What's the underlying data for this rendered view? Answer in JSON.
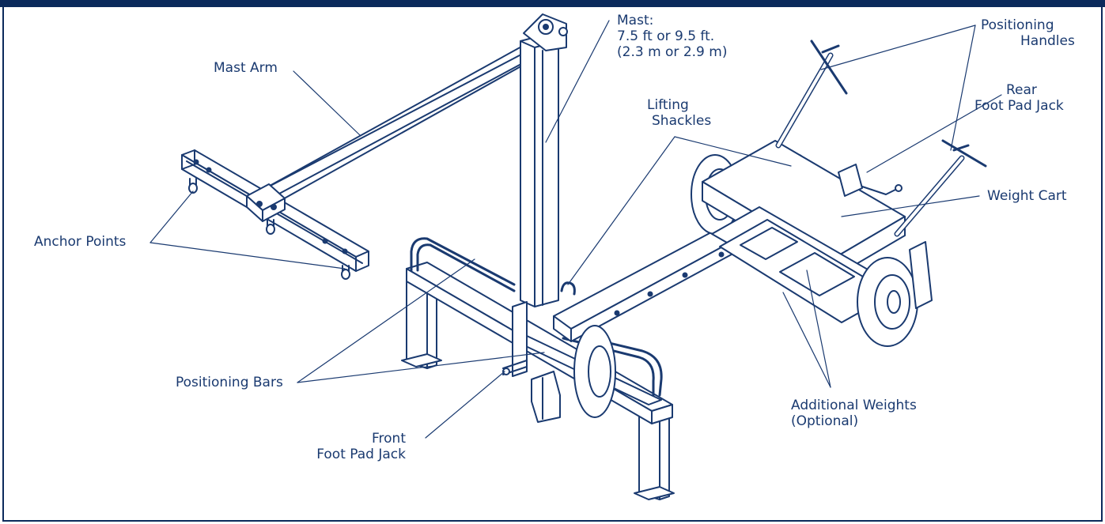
{
  "colors": {
    "frame": "#0b2a5b",
    "ink": "#1a3a70",
    "label": "#1a3a70",
    "background": "#ffffff"
  },
  "labels": {
    "mast_arm": [
      "Mast Arm"
    ],
    "mast": [
      "Mast:",
      "7.5 ft or 9.5 ft.",
      "(2.3 m or 2.9 m)"
    ],
    "positioning_handles": [
      "Positioning",
      "Handles"
    ],
    "rear_foot_pad_jack": [
      "Rear",
      "Foot Pad Jack"
    ],
    "lifting_shackles": [
      "Lifting",
      "Shackles"
    ],
    "weight_cart": [
      "Weight Cart"
    ],
    "anchor_points": [
      "Anchor Points"
    ],
    "positioning_bars": [
      "Positioning Bars"
    ],
    "front_foot_pad_jack": [
      "Front",
      "Foot Pad Jack"
    ],
    "additional_weights": [
      "Additional Weights",
      "(Optional)"
    ]
  }
}
